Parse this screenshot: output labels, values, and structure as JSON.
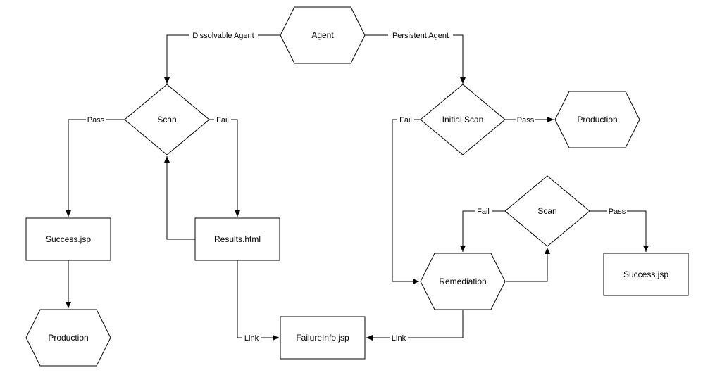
{
  "diagram": {
    "nodes": {
      "agent": "Agent",
      "scan_left": "Scan",
      "success_left": "Success.jsp",
      "production_left": "Production",
      "results": "Results.html",
      "failure_info": "FailureInfo.jsp",
      "initial_scan": "Initial Scan",
      "production_right": "Production",
      "scan_right": "Scan",
      "remediation": "Remediation",
      "success_right": "Success.jsp"
    },
    "edges": {
      "dissolvable_agent": "Dissolvable Agent",
      "persistent_agent": "Persistent Agent",
      "pass_left": "Pass",
      "fail_left": "Fail",
      "link_left": "Link",
      "fail_initial": "Fail",
      "pass_initial": "Pass",
      "fail_scan_right": "Fail",
      "pass_scan_right": "Pass",
      "link_right": "Link"
    }
  }
}
